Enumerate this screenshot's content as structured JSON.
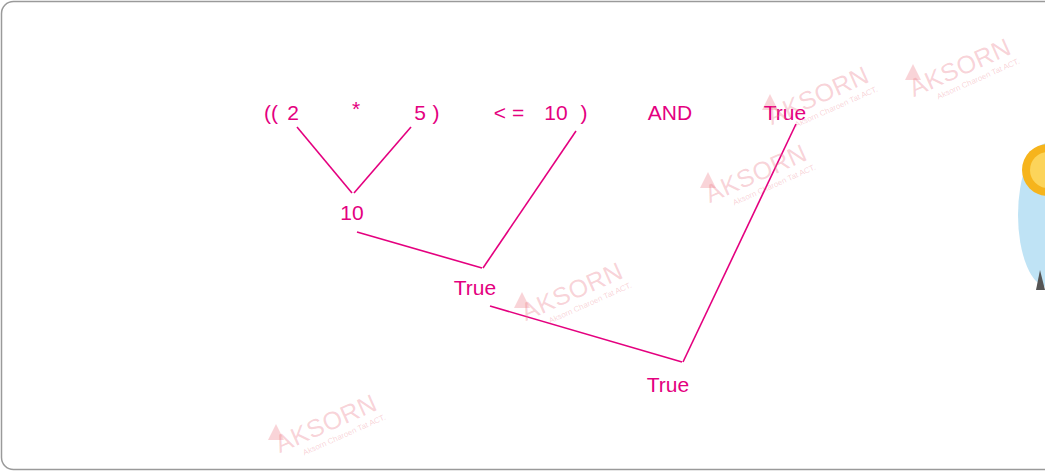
{
  "diagram": {
    "labels": [
      "((",
      "2",
      "*",
      "5",
      ")",
      "< =",
      "10",
      ")",
      "AND",
      "True",
      "10",
      "True",
      "True",
      "AKSORN",
      "Aksorn Charoen Tat ACT.",
      "AKSORN",
      "Aksorn Charoen Tat ACT.",
      "AKSORN",
      "Aksorn Charoen Tat ACT.",
      "AKSORN",
      "Aksorn Charoen Tat ACT.",
      "AKSORN",
      "Aksorn Charoen Tat ACT."
    ]
  }
}
